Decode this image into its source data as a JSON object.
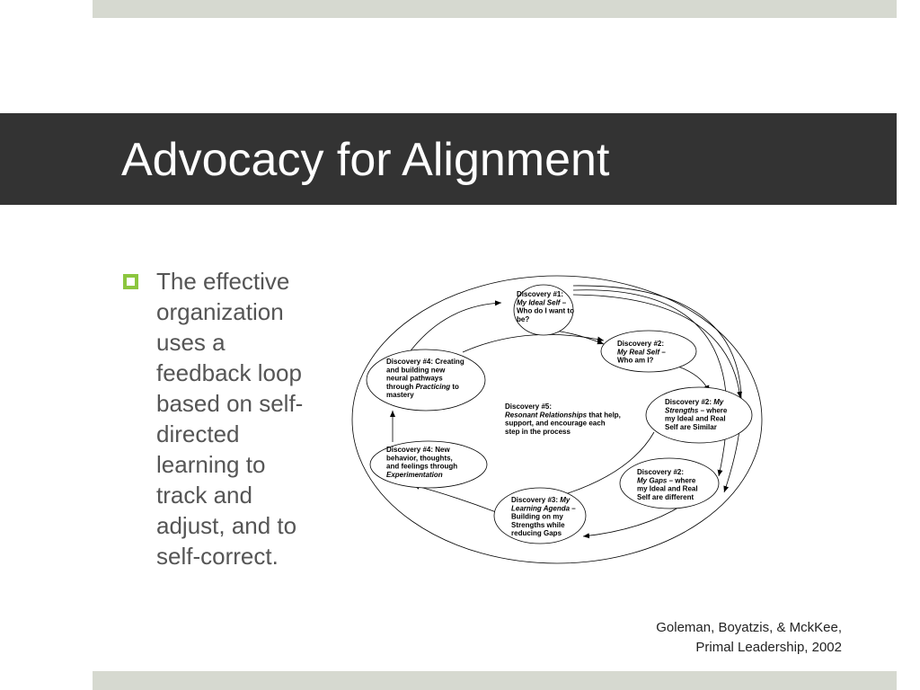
{
  "slide": {
    "title": "Advocacy for Alignment",
    "bullet_lines": [
      "The effective",
      "organization",
      "uses a",
      "feedback loop",
      "based on self-",
      "directed",
      "learning to",
      "track and",
      "adjust, and to",
      "self-correct."
    ],
    "citation_lines": [
      "Goleman, Boyatzis, & MckKee,",
      "Primal Leadership, 2002"
    ]
  },
  "diagram": {
    "nodes": [
      {
        "id": "n1",
        "lines": [
          [
            {
              "t": "Discovery #1:",
              "b": true
            }
          ],
          [
            {
              "t": "My Ideal Self",
              "b": true,
              "i": true
            },
            {
              "t": " –",
              "b": true
            }
          ],
          [
            {
              "t": "Who do I want to",
              "b": true
            }
          ],
          [
            {
              "t": "be?",
              "b": true
            }
          ]
        ]
      },
      {
        "id": "n2",
        "lines": [
          [
            {
              "t": "Discovery #2:",
              "b": true
            }
          ],
          [
            {
              "t": "My Real Self",
              "b": true,
              "i": true
            },
            {
              "t": " –",
              "b": true
            }
          ],
          [
            {
              "t": "Who am I?",
              "b": true
            }
          ]
        ]
      },
      {
        "id": "n3",
        "lines": [
          [
            {
              "t": "Discovery #2: ",
              "b": true
            },
            {
              "t": "My",
              "b": true,
              "i": true
            }
          ],
          [
            {
              "t": "Strengths",
              "b": true,
              "i": true
            },
            {
              "t": " – where",
              "b": true
            }
          ],
          [
            {
              "t": "my Ideal and Real",
              "b": true
            }
          ],
          [
            {
              "t": "Self are Similar",
              "b": true
            }
          ]
        ]
      },
      {
        "id": "n4",
        "lines": [
          [
            {
              "t": "Discovery #2:",
              "b": true
            }
          ],
          [
            {
              "t": "My Gaps",
              "b": true,
              "i": true
            },
            {
              "t": " – where",
              "b": true
            }
          ],
          [
            {
              "t": "my Ideal and Real",
              "b": true
            }
          ],
          [
            {
              "t": "Self are different",
              "b": true
            }
          ]
        ]
      },
      {
        "id": "n5",
        "lines": [
          [
            {
              "t": "Discovery #3: ",
              "b": true
            },
            {
              "t": "My",
              "b": true,
              "i": true
            }
          ],
          [
            {
              "t": "Learning Agenda",
              "b": true,
              "i": true
            },
            {
              "t": " –",
              "b": true
            }
          ],
          [
            {
              "t": "Building on my",
              "b": true
            }
          ],
          [
            {
              "t": "Strengths while",
              "b": true
            }
          ],
          [
            {
              "t": "reducing Gaps",
              "b": true
            }
          ]
        ]
      },
      {
        "id": "n6",
        "lines": [
          [
            {
              "t": "Discovery #4: New",
              "b": true
            }
          ],
          [
            {
              "t": "behavior, thoughts,",
              "b": true
            }
          ],
          [
            {
              "t": "and feelings through",
              "b": true
            }
          ],
          [
            {
              "t": "Experimentation",
              "b": true,
              "i": true
            }
          ]
        ]
      },
      {
        "id": "n7",
        "lines": [
          [
            {
              "t": "Discovery #4: Creating",
              "b": true
            }
          ],
          [
            {
              "t": "and building new",
              "b": true
            }
          ],
          [
            {
              "t": "neural pathways",
              "b": true
            }
          ],
          [
            {
              "t": "through ",
              "b": true
            },
            {
              "t": "Practicing",
              "b": true,
              "i": true
            },
            {
              "t": " to",
              "b": true
            }
          ],
          [
            {
              "t": "mastery",
              "b": true
            }
          ]
        ]
      }
    ],
    "center_lines": [
      [
        {
          "t": "Discovery #5:",
          "b": true
        }
      ],
      [
        {
          "t": "Resonant Relationships",
          "b": true,
          "i": true
        },
        {
          "t": " that help,",
          "b": true
        }
      ],
      [
        {
          "t": "support, and encourage each",
          "b": true
        }
      ],
      [
        {
          "t": "step in the process",
          "b": true
        }
      ]
    ]
  }
}
